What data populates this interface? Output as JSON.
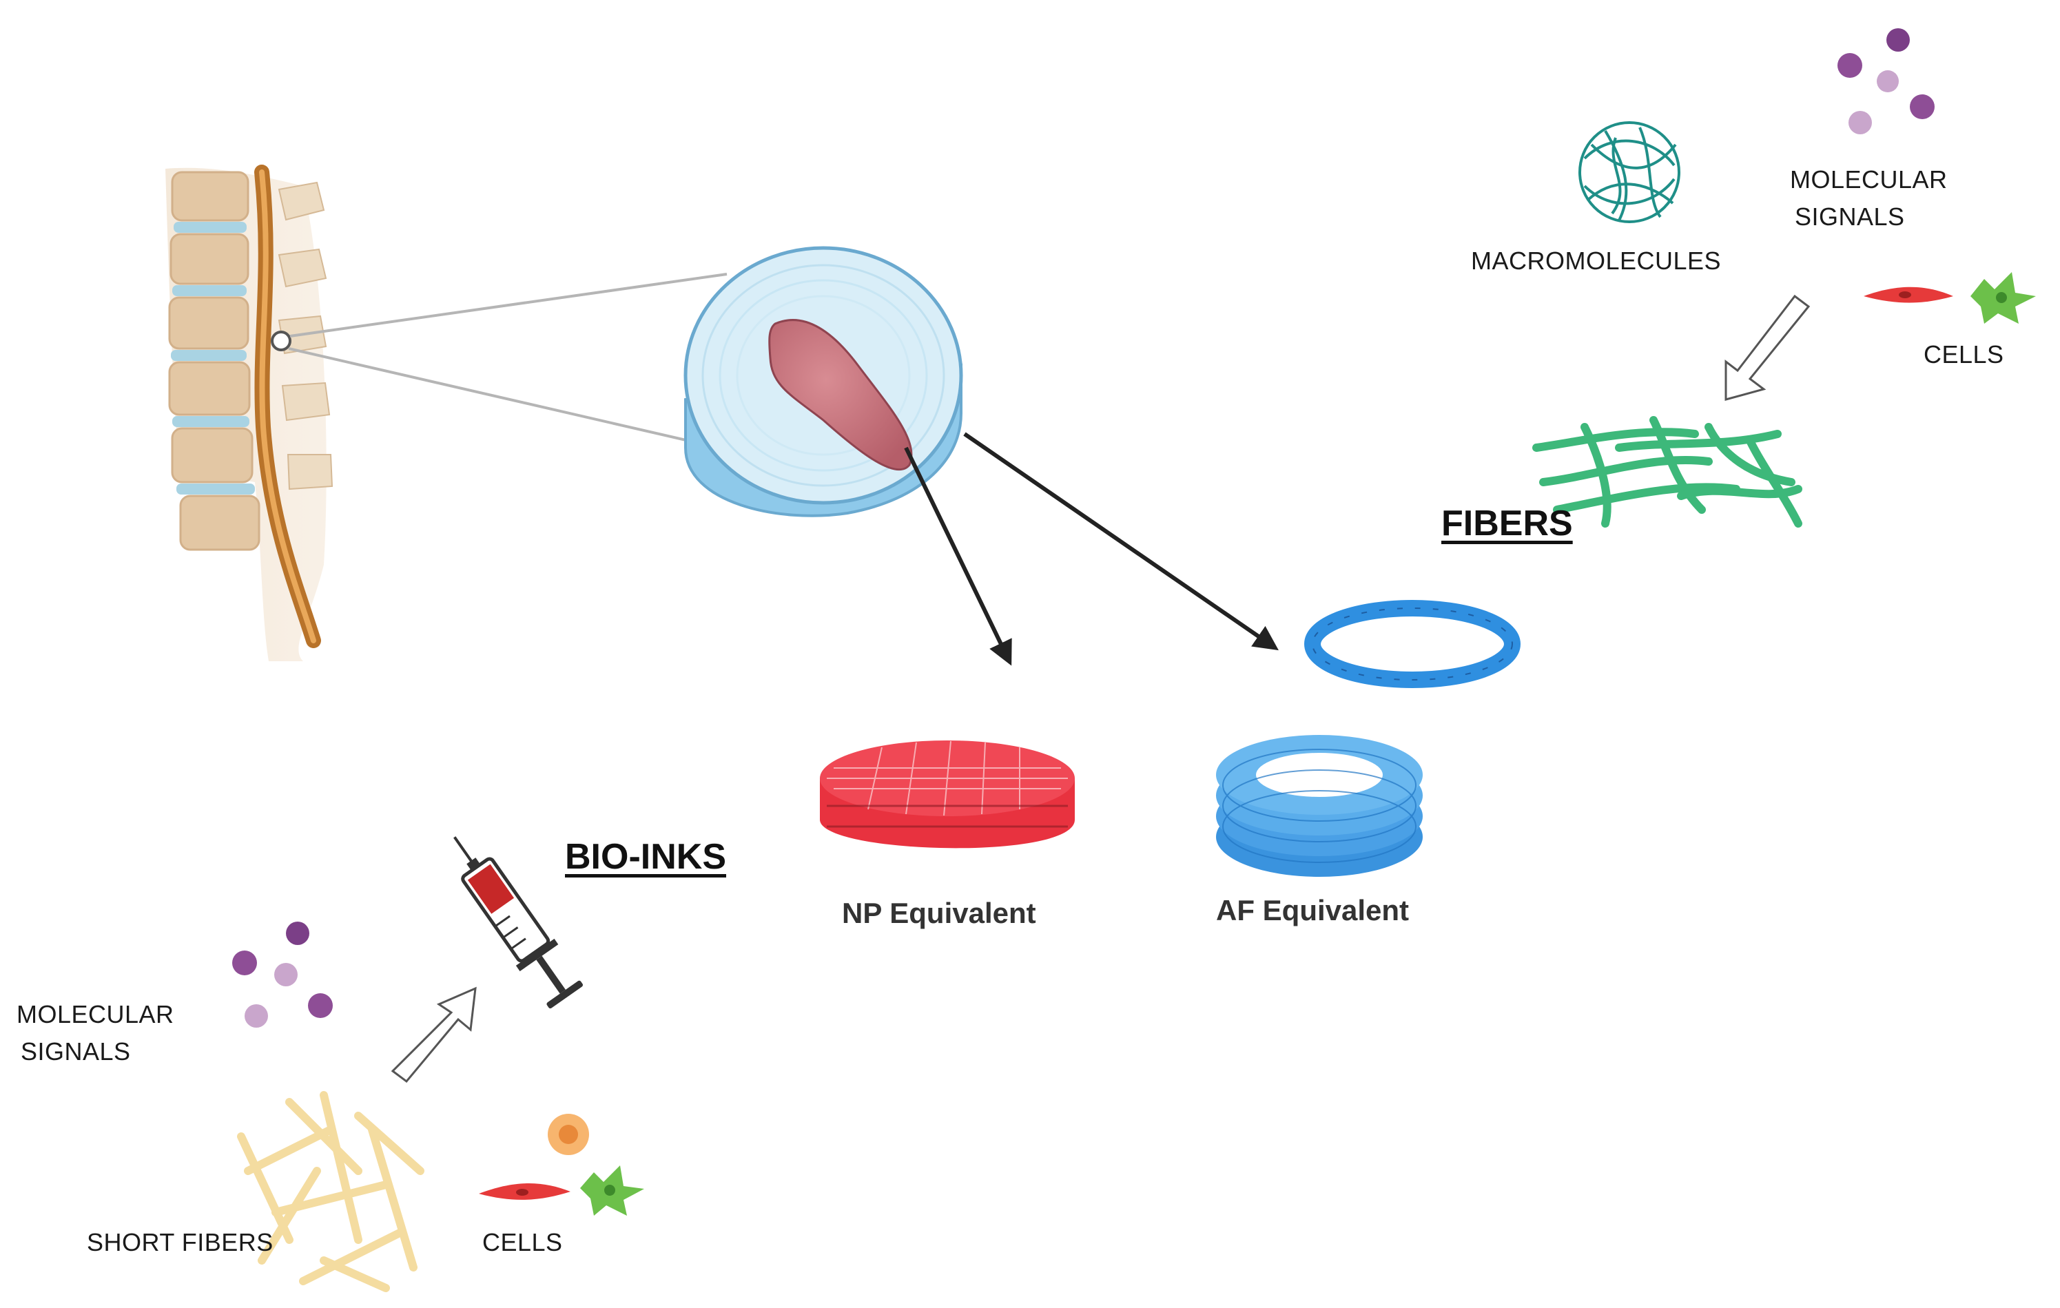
{
  "labels": {
    "macromolecules": "MACROMOLECULES",
    "molecular_signals_top_1": "MOLECULAR",
    "molecular_signals_top_2": "SIGNALS",
    "cells_top": "CELLS",
    "fibers": "FIBERS",
    "bio_inks": "BIO-INKS",
    "np_equivalent": "NP Equivalent",
    "af_equivalent": "AF Equivalent",
    "molecular_signals_bottom_1": "MOLECULAR",
    "molecular_signals_bottom_2": "SIGNALS",
    "short_fibers": "SHORT FIBERS",
    "cells_bottom": "CELLS"
  },
  "colors": {
    "nucleus": "#c4747e",
    "annulus": "#bfe4f2",
    "np_scaffold": "#e8323f",
    "af_scaffold": "#2f8fe0",
    "fibers": "#3db87a",
    "macromolecule": "#1f8f88",
    "signal": "#8e4e96",
    "short_fiber": "#f4dca0",
    "spine_bone": "#e6c9a8",
    "spine_disc": "#a9d3e3"
  },
  "icons": [
    "spine-icon",
    "disc-icon",
    "syringe-icon",
    "macromolecule-icon",
    "molecular-signals-icon",
    "cells-icon",
    "fibers-icon",
    "short-fibers-icon"
  ]
}
